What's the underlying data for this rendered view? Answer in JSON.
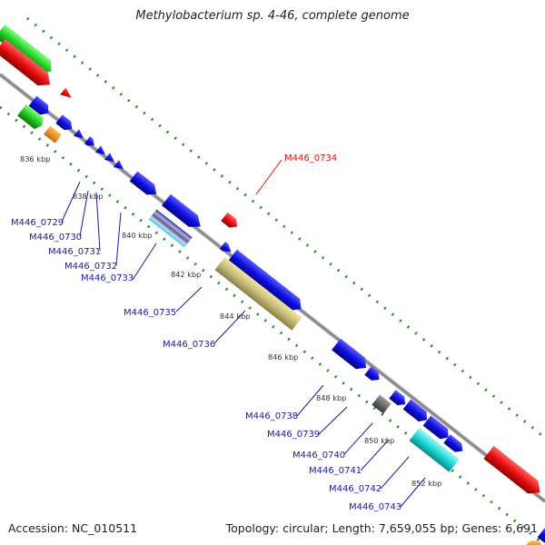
{
  "title": "Methylobacterium sp. 4-46, complete genome",
  "footer": {
    "accession": "Accession: NC_010511",
    "topology": "Topology: circular; Length: 7,659,055 bp; Genes: 6,691"
  },
  "ticks": [
    "836 kbp",
    "838 kbp",
    "840 kbp",
    "842 kbp",
    "844 kbp",
    "846 kbp",
    "848 kbp",
    "850 kbp",
    "852 kbp"
  ],
  "gene_labels": {
    "m446_0729": "M446_0729",
    "m446_0730": "M446_0730",
    "m446_0731": "M446_0731",
    "m446_0732": "M446_0732",
    "m446_0733": "M446_0733",
    "m446_0734": "M446_0734",
    "m446_0735": "M446_0735",
    "m446_0736": "M446_0736",
    "m446_0738": "M446_0738",
    "m446_0739": "M446_0739",
    "m446_0740": "M446_0740",
    "m446_0741": "M446_0741",
    "m446_0742": "M446_0742",
    "m446_0743": "M446_0743"
  },
  "colors": {
    "cds_forward": "#1010e0",
    "cds_highlight": "#e81010",
    "rrna": "#22cc22",
    "trna": "#ff8c00",
    "misc_feature": "#c8bd78",
    "cyan_feature": "#20d8d8",
    "backbone": "#8a8a8a",
    "dotted_track": "#228b22"
  }
}
